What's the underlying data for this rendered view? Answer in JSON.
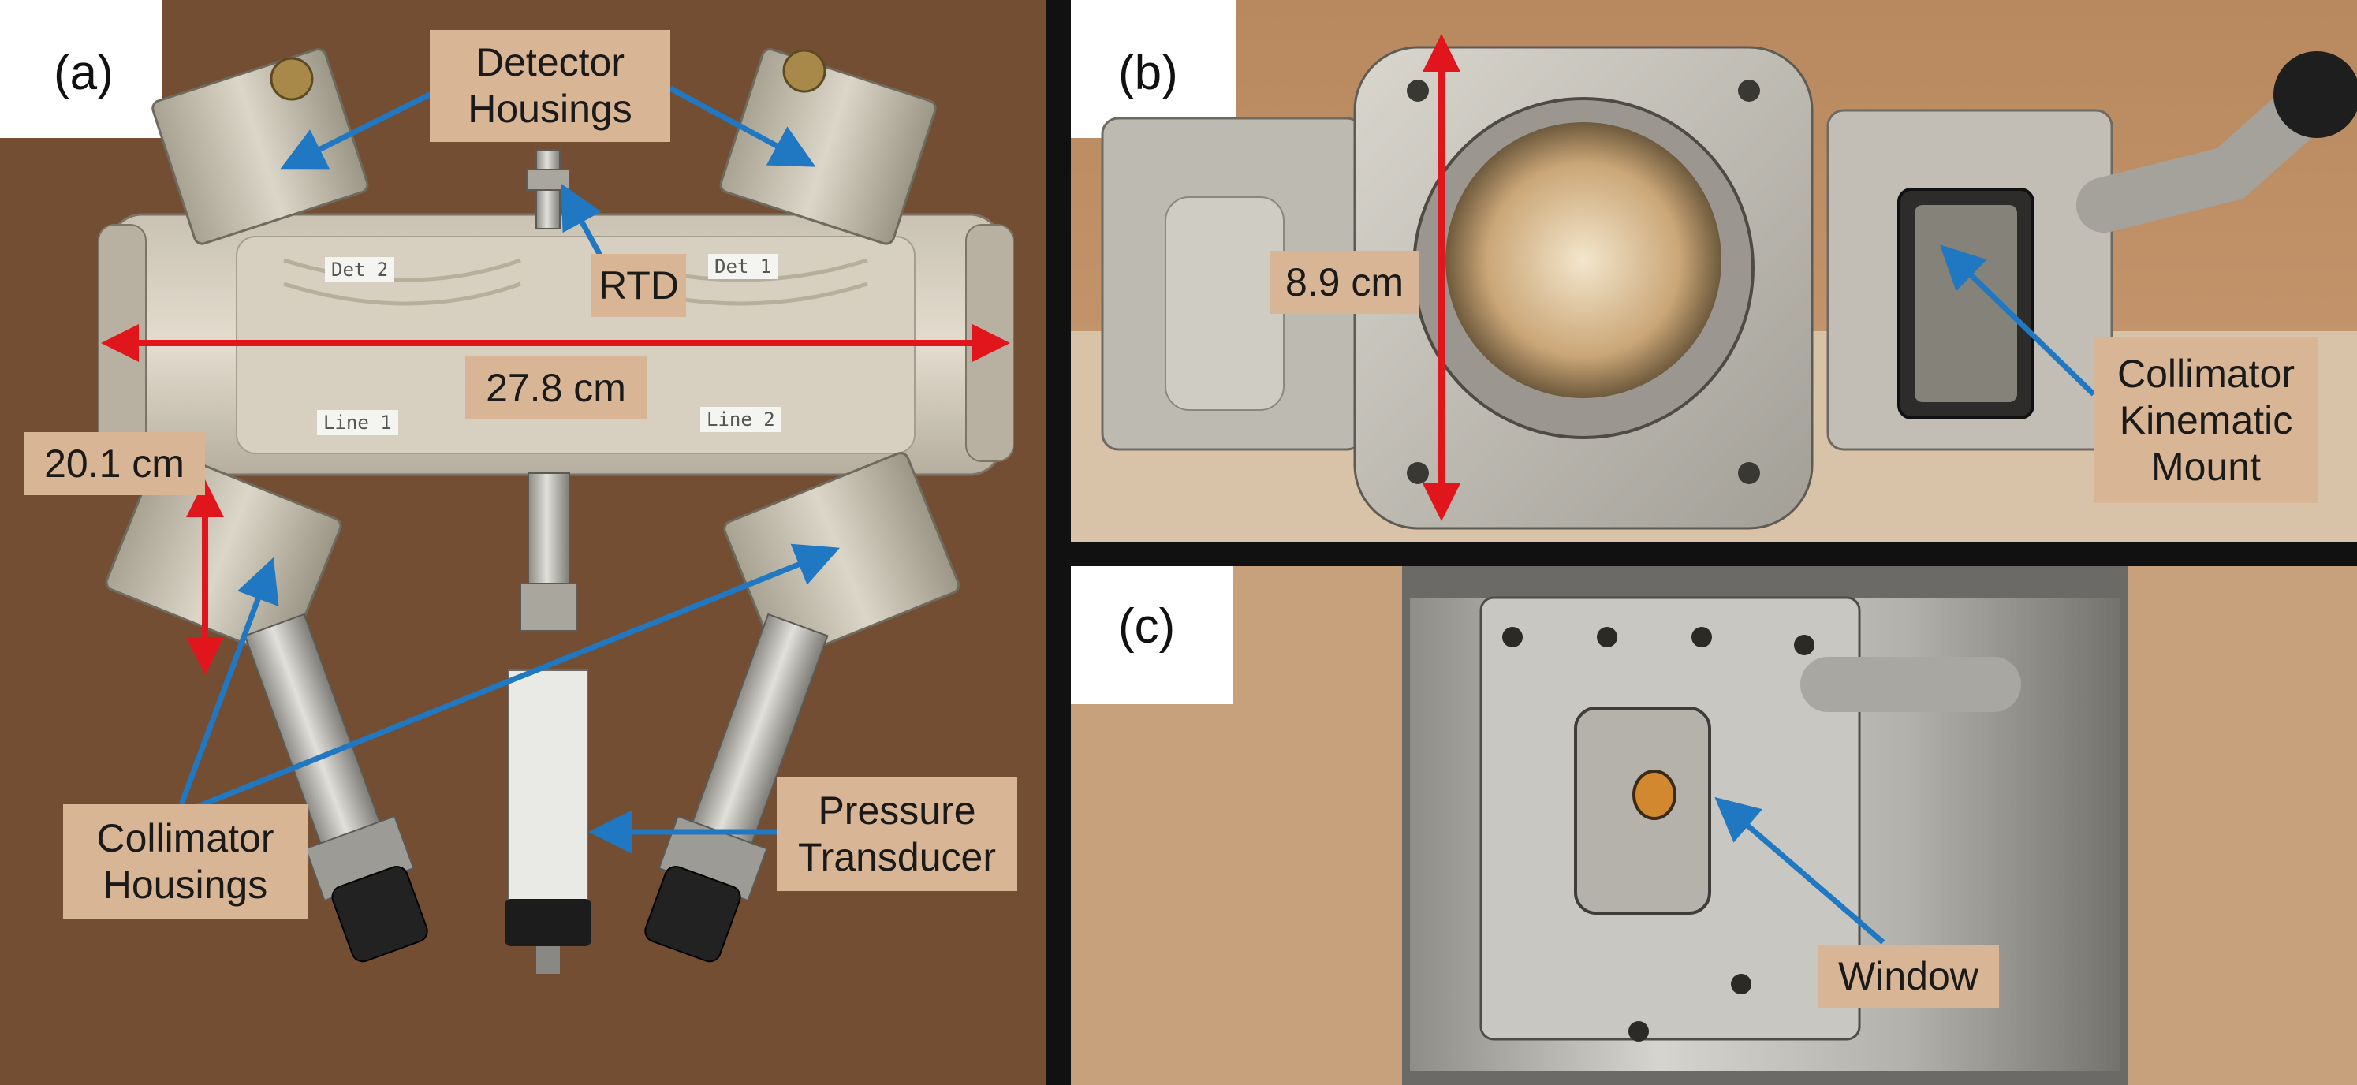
{
  "panels": [
    {
      "letter": "(a)"
    },
    {
      "letter": "(b)"
    },
    {
      "letter": "(c)"
    }
  ],
  "callouts_a": {
    "detector": [
      "Detector",
      "Housings"
    ],
    "rtd": [
      "RTD"
    ],
    "length": [
      "27.8 cm"
    ],
    "width": [
      "20.1 cm"
    ],
    "collimator": [
      "Collimator",
      "Housings"
    ],
    "pressure": [
      "Pressure",
      "Transducer"
    ]
  },
  "callouts_b": {
    "height": [
      "8.9 cm"
    ],
    "mount": [
      "Collimator",
      "Kinematic",
      "Mount"
    ]
  },
  "callouts_c": {
    "window": [
      "Window"
    ]
  },
  "tape_labels": {
    "det1": "Det 1",
    "det2": "Det 2",
    "line1": "Line 1",
    "line2": "Line 2"
  },
  "colors": {
    "callout_bg": "#d8b595",
    "arrow_blue": "#1f78c1",
    "arrow_red": "#e0161c",
    "panel_c_bg": "#c7a07c"
  }
}
